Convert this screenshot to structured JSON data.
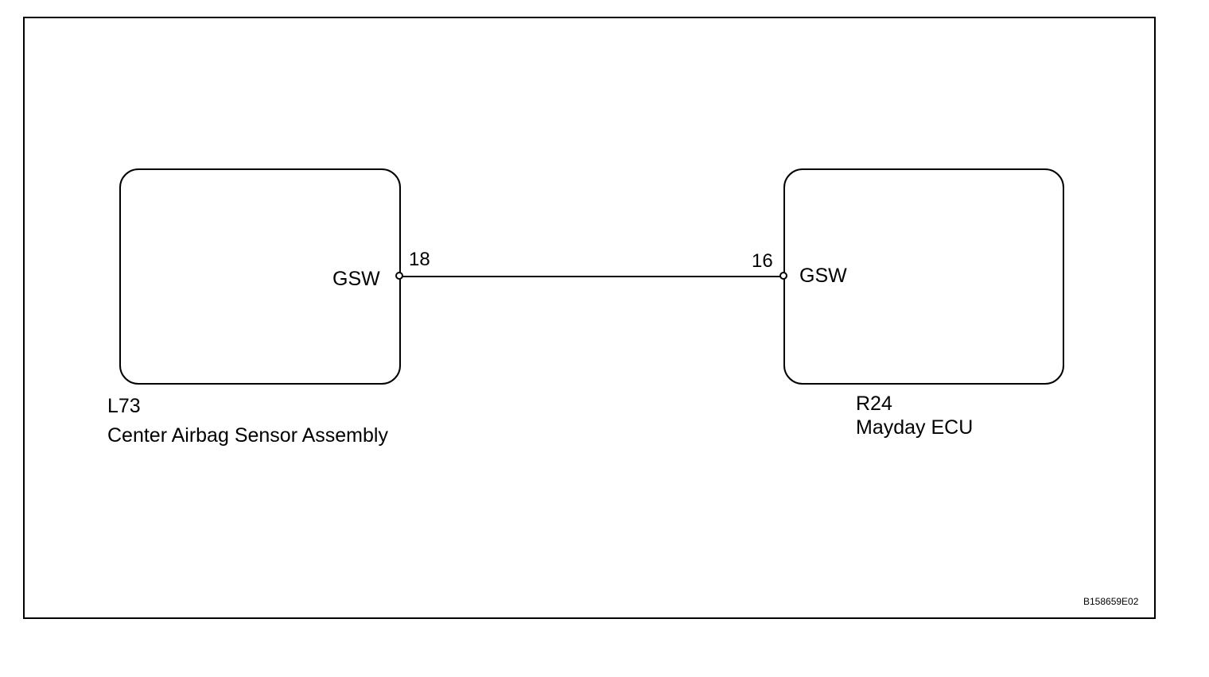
{
  "components": {
    "left": {
      "code": "L73",
      "description": "Center Airbag Sensor Assembly",
      "pin_name": "GSW",
      "pin_number": "18"
    },
    "right": {
      "code": "R24",
      "description": "Mayday ECU",
      "pin_name": "GSW",
      "pin_number": "16"
    }
  },
  "figure_id": "B158659E02"
}
